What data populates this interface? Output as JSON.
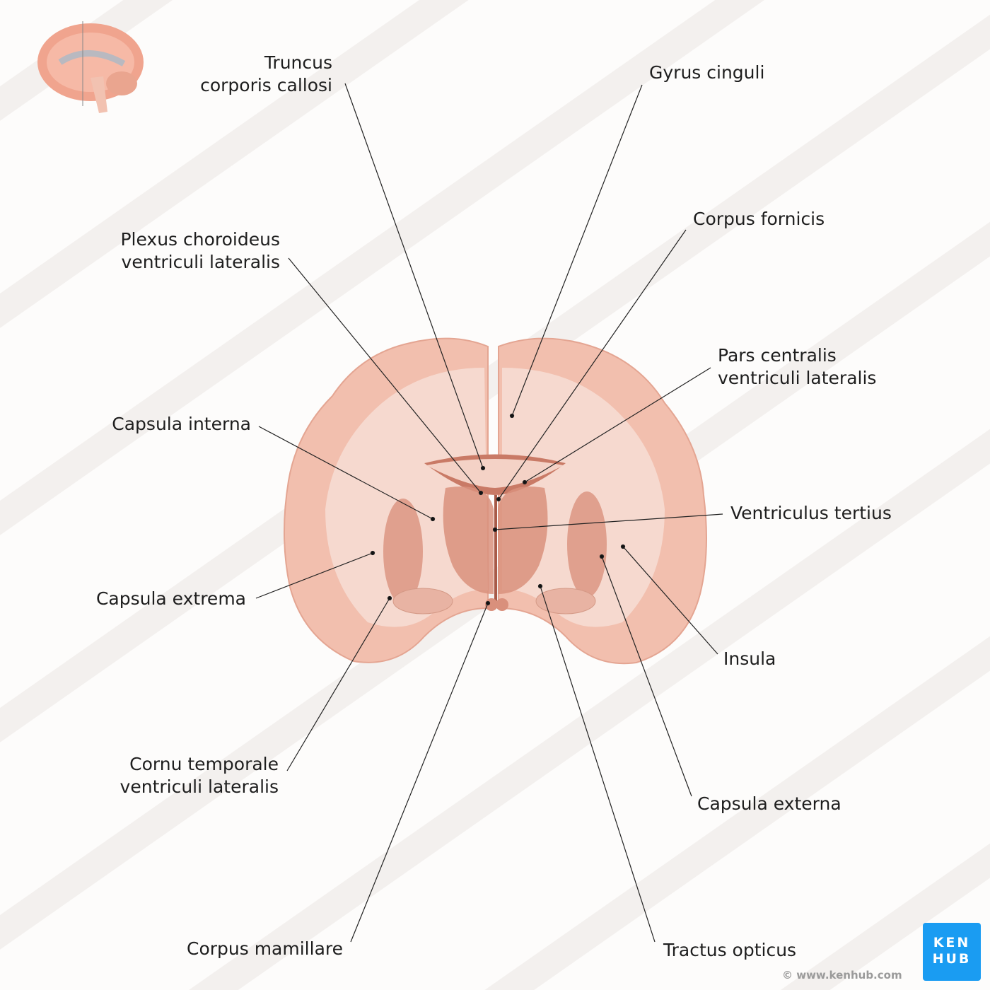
{
  "watermark": "www.kenhub.com ©",
  "labels": {
    "truncus_1": "Truncus",
    "truncus_2": "corporis callosi",
    "gyrus_cinguli": "Gyrus cinguli",
    "plexus_1": "Plexus choroideus",
    "plexus_2": "ventriculi lateralis",
    "corpus_fornicis": "Corpus fornicis",
    "pars_1": "Pars centralis",
    "pars_2": "ventriculi lateralis",
    "capsula_interna": "Capsula interna",
    "ventriculus_tertius": "Ventriculus tertius",
    "capsula_extrema": "Capsula extrema",
    "insula": "Insula",
    "cornu_1": "Cornu temporale",
    "cornu_2": "ventriculi lateralis",
    "capsula_externa": "Capsula externa",
    "corpus_mamillare": "Corpus mamillare",
    "tractus_opticus": "Tractus opticus"
  },
  "logo": {
    "line1": "KEN",
    "line2": "HUB"
  },
  "copyright": "© www.kenhub.com",
  "colors": {
    "grey_matter": "#f2bfae",
    "white_matter": "#f6d9cf",
    "nuclei": "#d9907c",
    "logo": "#1a9cf2"
  }
}
